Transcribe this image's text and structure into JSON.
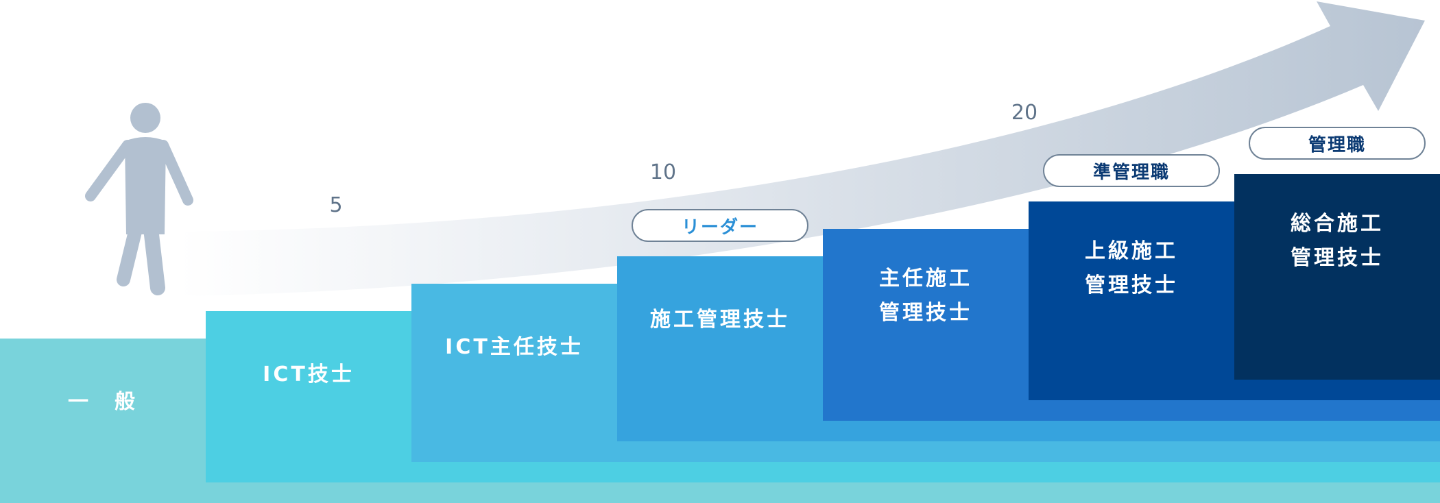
{
  "colors": {
    "step0": "#79d3db",
    "step1": "#4dcfe3",
    "step2": "#49b9e3",
    "step3": "#36a3de",
    "step4": "#2276cc",
    "step5": "#004897",
    "step6": "#02315f",
    "arrow": "#b7c4d3",
    "person": "#b2c0d0",
    "year_text": "#5f7389",
    "role_leader_text": "#2a8fd6",
    "role_manager_text": "#0b3a73"
  },
  "steps": [
    {
      "label": "一　般"
    },
    {
      "label": "ICT技士"
    },
    {
      "label": "ICT主任技士"
    },
    {
      "label": "施工管理技士"
    },
    {
      "label": "主任施工\n管理技士"
    },
    {
      "label": "上級施工\n管理技士"
    },
    {
      "label": "総合施工\n管理技士"
    }
  ],
  "years": {
    "y5": "5",
    "y10": "10",
    "y20": "20"
  },
  "roles": {
    "leader": "リーダー",
    "associate_manager": "準管理職",
    "manager": "管理職"
  },
  "icons": {
    "person": "walking-person-icon",
    "arrow": "growth-arrow"
  }
}
